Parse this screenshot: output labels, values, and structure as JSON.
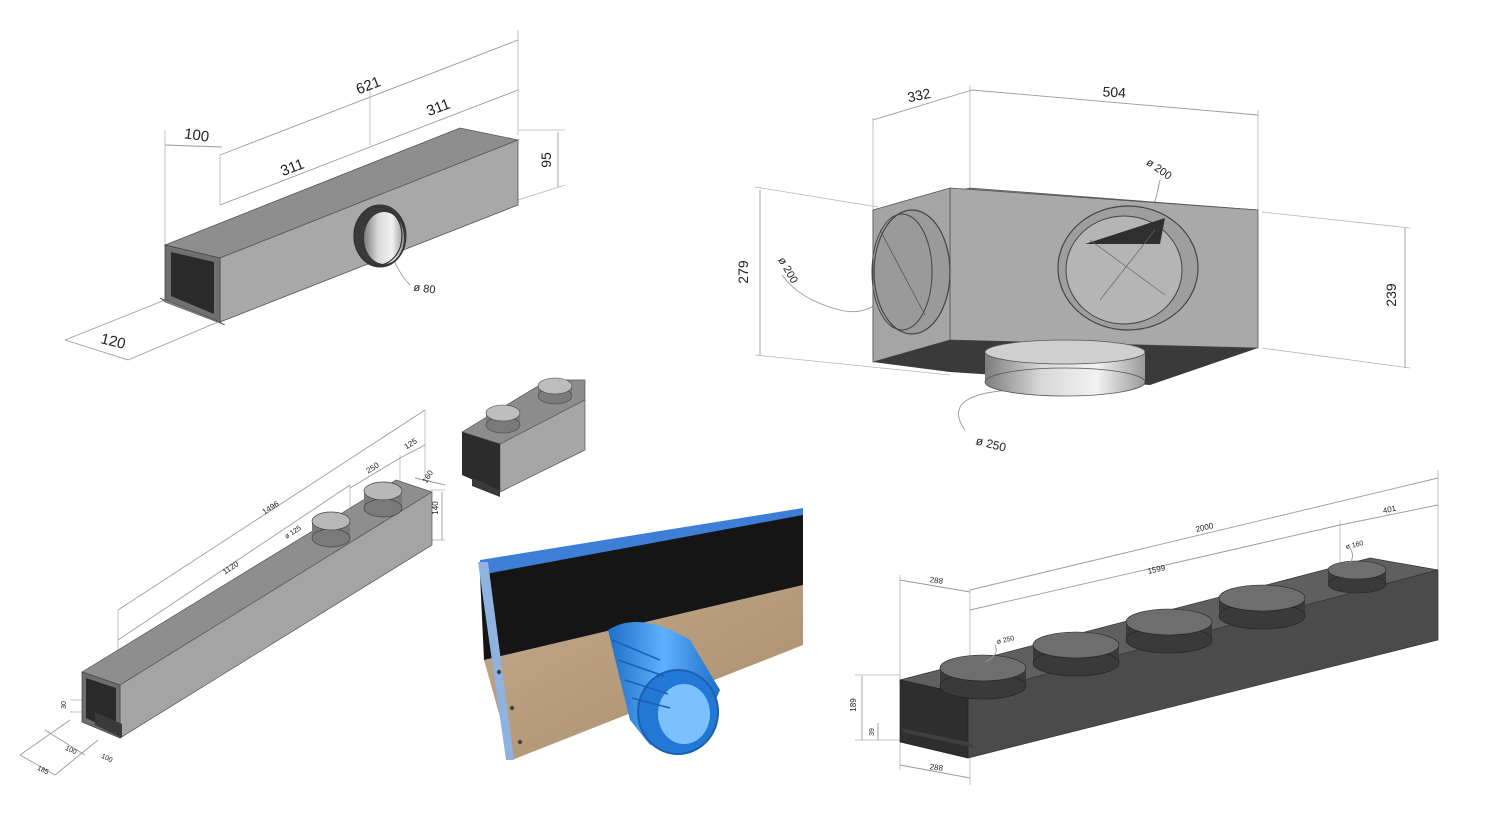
{
  "colors": {
    "top_face": "#8a8a8a",
    "front_face": "#a6a6a6",
    "dark_face": "#3c3c3c",
    "opening": "#2a2a2a",
    "dark_box_front": "#4b4b4b",
    "dark_box_top": "#5f5f5f",
    "blue": "#2f8ee8",
    "cardboard": "#b59a7c"
  },
  "drawing1": {
    "dim_total": "621",
    "dim_left": "311",
    "dim_right": "311",
    "dim_offset": "100",
    "dim_height": "95",
    "dim_width": "120",
    "dim_spigot": "ø 80"
  },
  "drawing2": {
    "dim_depth": "332",
    "dim_length": "504",
    "dim_height_left": "279",
    "dim_height_right": "239",
    "dim_front_spigot": "ø 200",
    "dim_side_spigot": "ø 200",
    "dim_bottom_spigot": "ø 250"
  },
  "drawing3": {
    "dim_total": "1496",
    "dim_offset": "1120",
    "dim_spacing": "250",
    "dim_end": "125",
    "dim_spigot": "ø 125",
    "dim_depth": "160",
    "dim_height": "140",
    "dim_flange": "30",
    "dim_inner": "100",
    "dim_outer": "185",
    "dim_base": "100"
  },
  "drawing4": {
    "dim_total": "2000",
    "dim_spacing": "1599",
    "dim_end": "401",
    "dim_spigot_end": "ø 160",
    "dim_spigot": "ø 250",
    "dim_width_top": "288",
    "dim_width_bottom": "288",
    "dim_height": "189",
    "dim_flange": "39"
  }
}
